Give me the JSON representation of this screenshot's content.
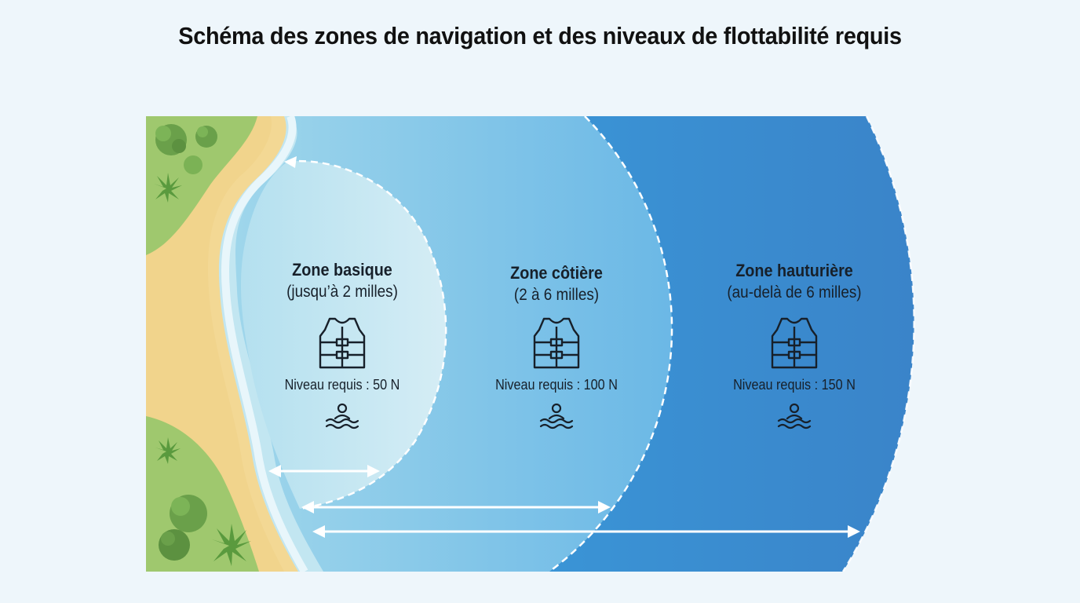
{
  "title": "Schéma des zones de navigation et des niveaux de flottabilité requis",
  "zones": [
    {
      "name": "Zone basique",
      "range": "(jusqu’à 2 milles)",
      "level": "Niveau requis : 50 N",
      "icon": "life-jacket-icon"
    },
    {
      "name": "Zone côtière",
      "range": "(2 à 6 milles)",
      "level": "Niveau requis : 100 N",
      "icon": "life-jacket-icon"
    },
    {
      "name": "Zone hauturière",
      "range": "(au-delà de 6 milles)",
      "level": "Niveau requis : 150 N",
      "icon": "life-jacket-icon"
    }
  ],
  "colors": {
    "land": "#9fc86e",
    "sand": "#f3d894",
    "zone_basique": "#cde9f2",
    "zone_cotiere": "#7ec3e6",
    "zone_hauturiere": "#3d93d3",
    "background": "#eef6fb"
  }
}
